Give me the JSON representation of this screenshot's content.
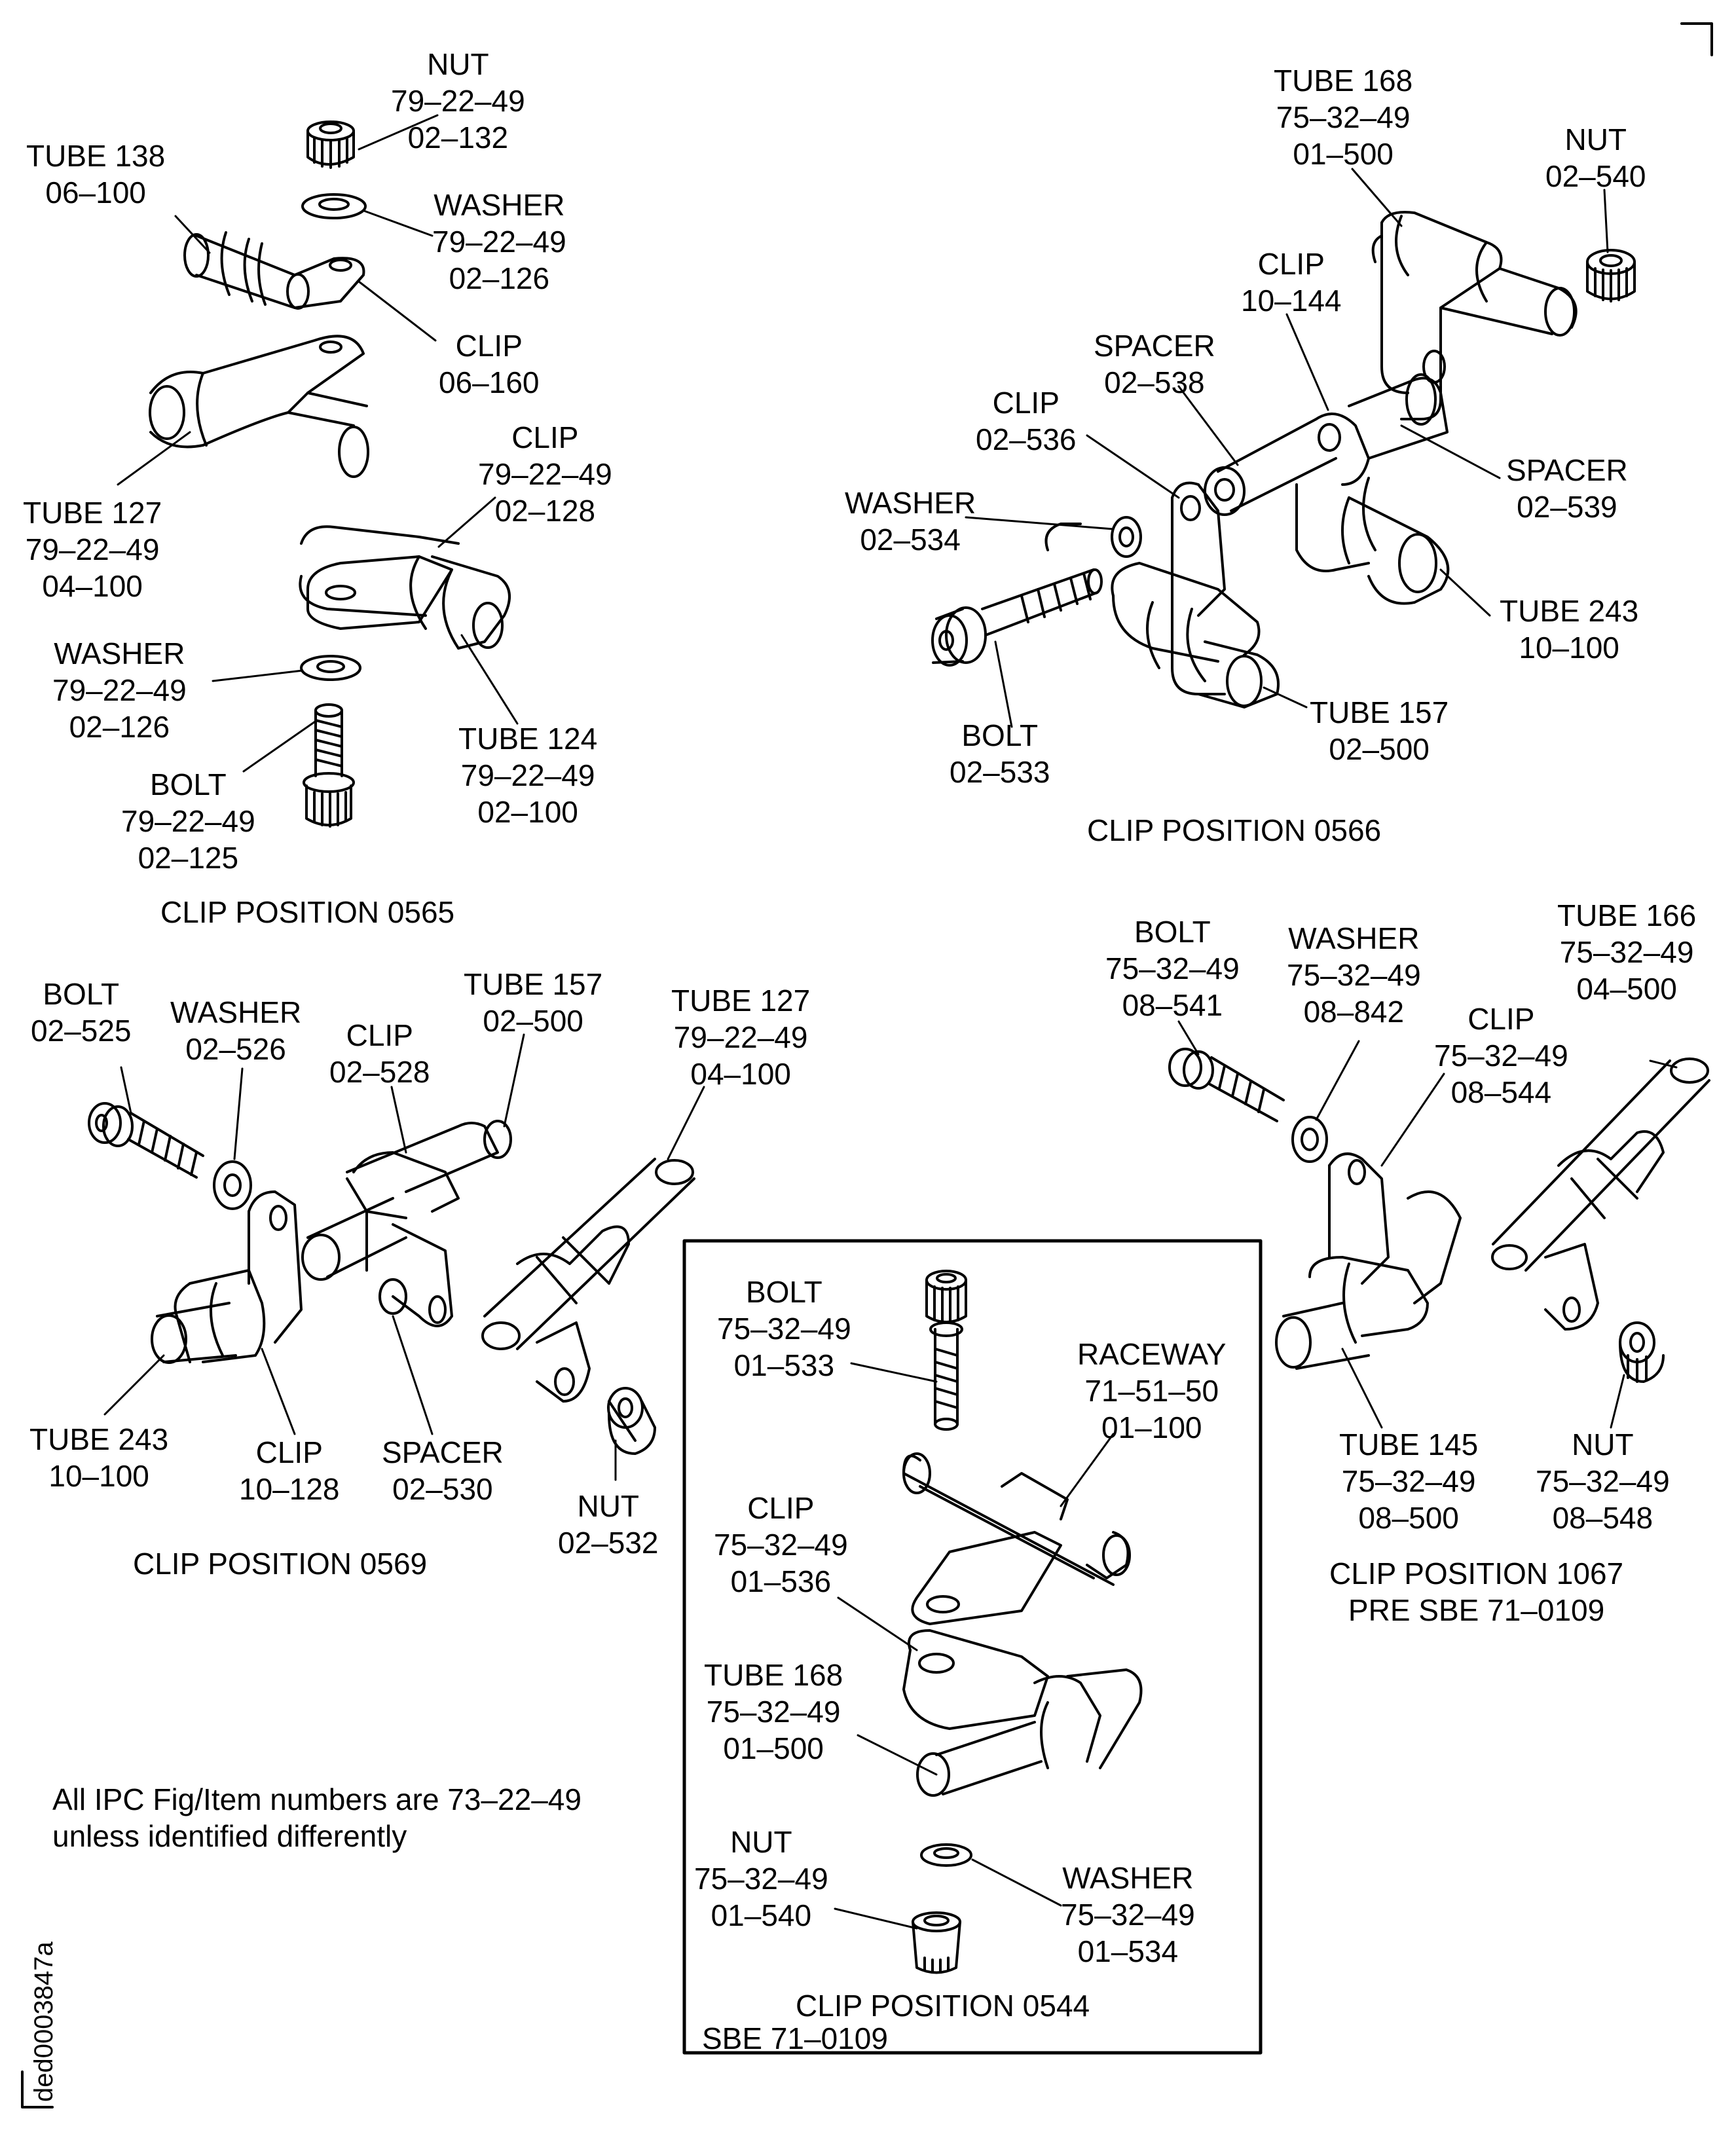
{
  "figure_ref": "ded0003847a",
  "note": {
    "line1": "All IPC Fig/Item numbers are 73–22–49",
    "line2": "unless identified differently"
  },
  "groups": {
    "p0565": {
      "caption": "CLIP POSITION 0565",
      "labels": [
        {
          "lines": [
            "NUT",
            "79–22–49",
            "02–132"
          ]
        },
        {
          "lines": [
            "TUBE 138",
            "06–100"
          ]
        },
        {
          "lines": [
            "WASHER",
            "79–22–49",
            "02–126"
          ]
        },
        {
          "lines": [
            "CLIP",
            "06–160"
          ]
        },
        {
          "lines": [
            "CLIP",
            "79–22–49",
            "02–128"
          ]
        },
        {
          "lines": [
            "TUBE 127",
            "79–22–49",
            "04–100"
          ]
        },
        {
          "lines": [
            "WASHER",
            "79–22–49",
            "02–126"
          ]
        },
        {
          "lines": [
            "TUBE 124",
            "79–22–49",
            "02–100"
          ]
        },
        {
          "lines": [
            "BOLT",
            "79–22–49",
            "02–125"
          ]
        }
      ]
    },
    "p0566": {
      "caption": "CLIP POSITION 0566",
      "labels": [
        {
          "lines": [
            "TUBE 168",
            "75–32–49",
            "01–500"
          ]
        },
        {
          "lines": [
            "NUT",
            "02–540"
          ]
        },
        {
          "lines": [
            "CLIP",
            "10–144"
          ]
        },
        {
          "lines": [
            "SPACER",
            "02–538"
          ]
        },
        {
          "lines": [
            "CLIP",
            "02–536"
          ]
        },
        {
          "lines": [
            "SPACER",
            "02–539"
          ]
        },
        {
          "lines": [
            "WASHER",
            "02–534"
          ]
        },
        {
          "lines": [
            "TUBE 243",
            "10–100"
          ]
        },
        {
          "lines": [
            "TUBE 157",
            "02–500"
          ]
        },
        {
          "lines": [
            "BOLT",
            "02–533"
          ]
        }
      ]
    },
    "p0569": {
      "caption": "CLIP POSITION 0569",
      "labels": [
        {
          "lines": [
            "BOLT",
            "02–525"
          ]
        },
        {
          "lines": [
            "WASHER",
            "02–526"
          ]
        },
        {
          "lines": [
            "CLIP",
            "02–528"
          ]
        },
        {
          "lines": [
            "TUBE 157",
            "02–500"
          ]
        },
        {
          "lines": [
            "TUBE 127",
            "79–22–49",
            "04–100"
          ]
        },
        {
          "lines": [
            "TUBE 243",
            "10–100"
          ]
        },
        {
          "lines": [
            "CLIP",
            "10–128"
          ]
        },
        {
          "lines": [
            "SPACER",
            "02–530"
          ]
        },
        {
          "lines": [
            "NUT",
            "02–532"
          ]
        }
      ]
    },
    "p1067": {
      "caption_line1": "CLIP POSITION 1067",
      "caption_line2": "PRE SBE 71–0109",
      "labels": [
        {
          "lines": [
            "BOLT",
            "75–32–49",
            "08–541"
          ]
        },
        {
          "lines": [
            "WASHER",
            "75–32–49",
            "08–842"
          ]
        },
        {
          "lines": [
            "TUBE 166",
            "75–32–49",
            "04–500"
          ]
        },
        {
          "lines": [
            "CLIP",
            "75–32–49",
            "08–544"
          ]
        },
        {
          "lines": [
            "TUBE 145",
            "75–32–49",
            "08–500"
          ]
        },
        {
          "lines": [
            "NUT",
            "75–32–49",
            "08–548"
          ]
        }
      ]
    },
    "p0544": {
      "caption": "CLIP POSITION 0544",
      "sbe": "SBE 71–0109",
      "labels": [
        {
          "lines": [
            "BOLT",
            "75–32–49",
            "01–533"
          ]
        },
        {
          "lines": [
            "RACEWAY",
            "71–51–50",
            "01–100"
          ]
        },
        {
          "lines": [
            "CLIP",
            "75–32–49",
            "01–536"
          ]
        },
        {
          "lines": [
            "TUBE 168",
            "75–32–49",
            "01–500"
          ]
        },
        {
          "lines": [
            "NUT",
            "75–32–49",
            "01–540"
          ]
        },
        {
          "lines": [
            "WASHER",
            "75–32–49",
            "01–534"
          ]
        }
      ]
    }
  }
}
